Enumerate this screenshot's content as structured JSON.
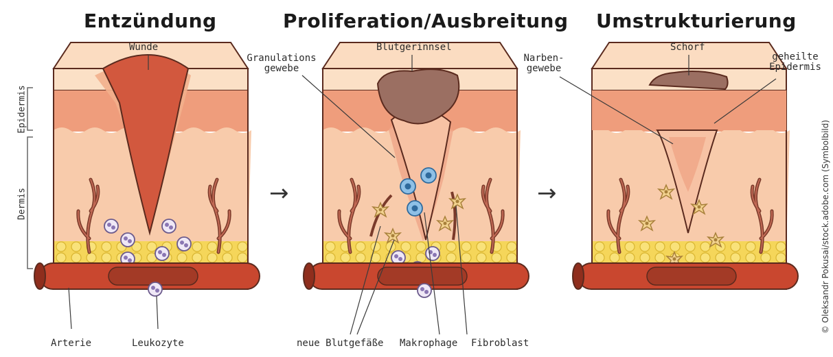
{
  "stages": [
    {
      "title": "Entzündung"
    },
    {
      "title": "Proliferation/Ausbreitung"
    },
    {
      "title": "Umstrukturierung"
    }
  ],
  "side_labels": {
    "epidermis": "Epidermis",
    "dermis": "Dermis"
  },
  "labels": {
    "wunde": "Wunde",
    "granulations_l1": "Granulations",
    "granulations_l2": "gewebe",
    "blutgerinnsel": "Blutgerinnsel",
    "narben_l1": "Narben-",
    "narben_l2": "gewebe",
    "schorf": "Schorf",
    "geheilte_l1": "geheilte",
    "geheilte_l2": "Epidermis",
    "arterie": "Arterie",
    "leukozyte": "Leukozyte",
    "neue_blutgefaesse": "neue Blutgefäße",
    "makrophage": "Makrophage",
    "fibroblast": "Fibroblast"
  },
  "arrows": [
    "→",
    "→"
  ],
  "credit": "© Oleksandr Pokusai/stock.adobe.com (Symbolbild)",
  "colors": {
    "skin_top": "#f7cba7",
    "epidermis": "#ef9d7c",
    "dermis": "#f8cbab",
    "fat": "#f5d65a",
    "wound": "#d2583e",
    "clot": "#9b6f62",
    "artery": "#c9472f",
    "leukocyte": "#efe8f6",
    "macrophage": "#6aa6d6",
    "fibroblast": "#f2d28f",
    "outline": "#5a2a1e"
  }
}
